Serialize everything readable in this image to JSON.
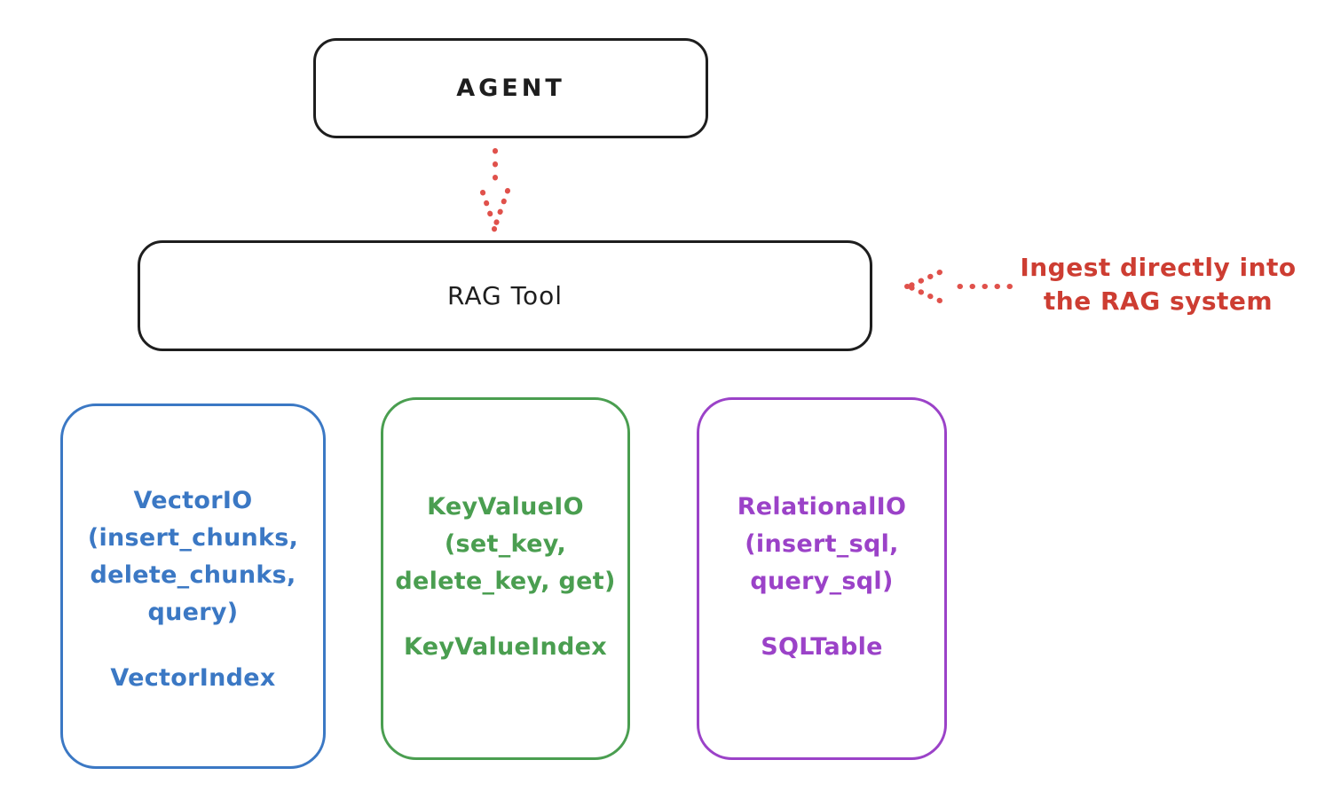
{
  "colors": {
    "bg": "#ffffff",
    "ink": "#1e1e1e",
    "blue": "#3b78c4",
    "green": "#4a9e50",
    "purple": "#9b42c8",
    "red-arrow": "#e0514b",
    "red-text": "#cd3d32"
  },
  "nodes": {
    "agent": {
      "label": "AGENT"
    },
    "rag_tool": {
      "label": "RAG Tool"
    },
    "vector_io": {
      "lines": [
        "VectorIO",
        "(insert_chunks,",
        "delete_chunks,",
        "query)"
      ],
      "index_label": "VectorIndex",
      "color": "#3b78c4"
    },
    "key_value_io": {
      "lines": [
        "KeyValueIO",
        "(set_key,",
        "delete_key, get)"
      ],
      "index_label": "KeyValueIndex",
      "color": "#4a9e50"
    },
    "relational_io": {
      "lines": [
        "RelationalIO",
        "(insert_sql,",
        "query_sql)"
      ],
      "index_label": "SQLTable",
      "color": "#9b42c8"
    }
  },
  "annotation": {
    "line1": "Ingest directly into",
    "line2": "the RAG system",
    "color": "#cd3d32"
  },
  "arrows": [
    {
      "name": "agent-to-rag-tool",
      "style": "dotted",
      "direction": "down",
      "color": "#e0514b"
    },
    {
      "name": "ingest-into-rag-tool",
      "style": "dotted",
      "direction": "left",
      "color": "#e0514b"
    }
  ]
}
